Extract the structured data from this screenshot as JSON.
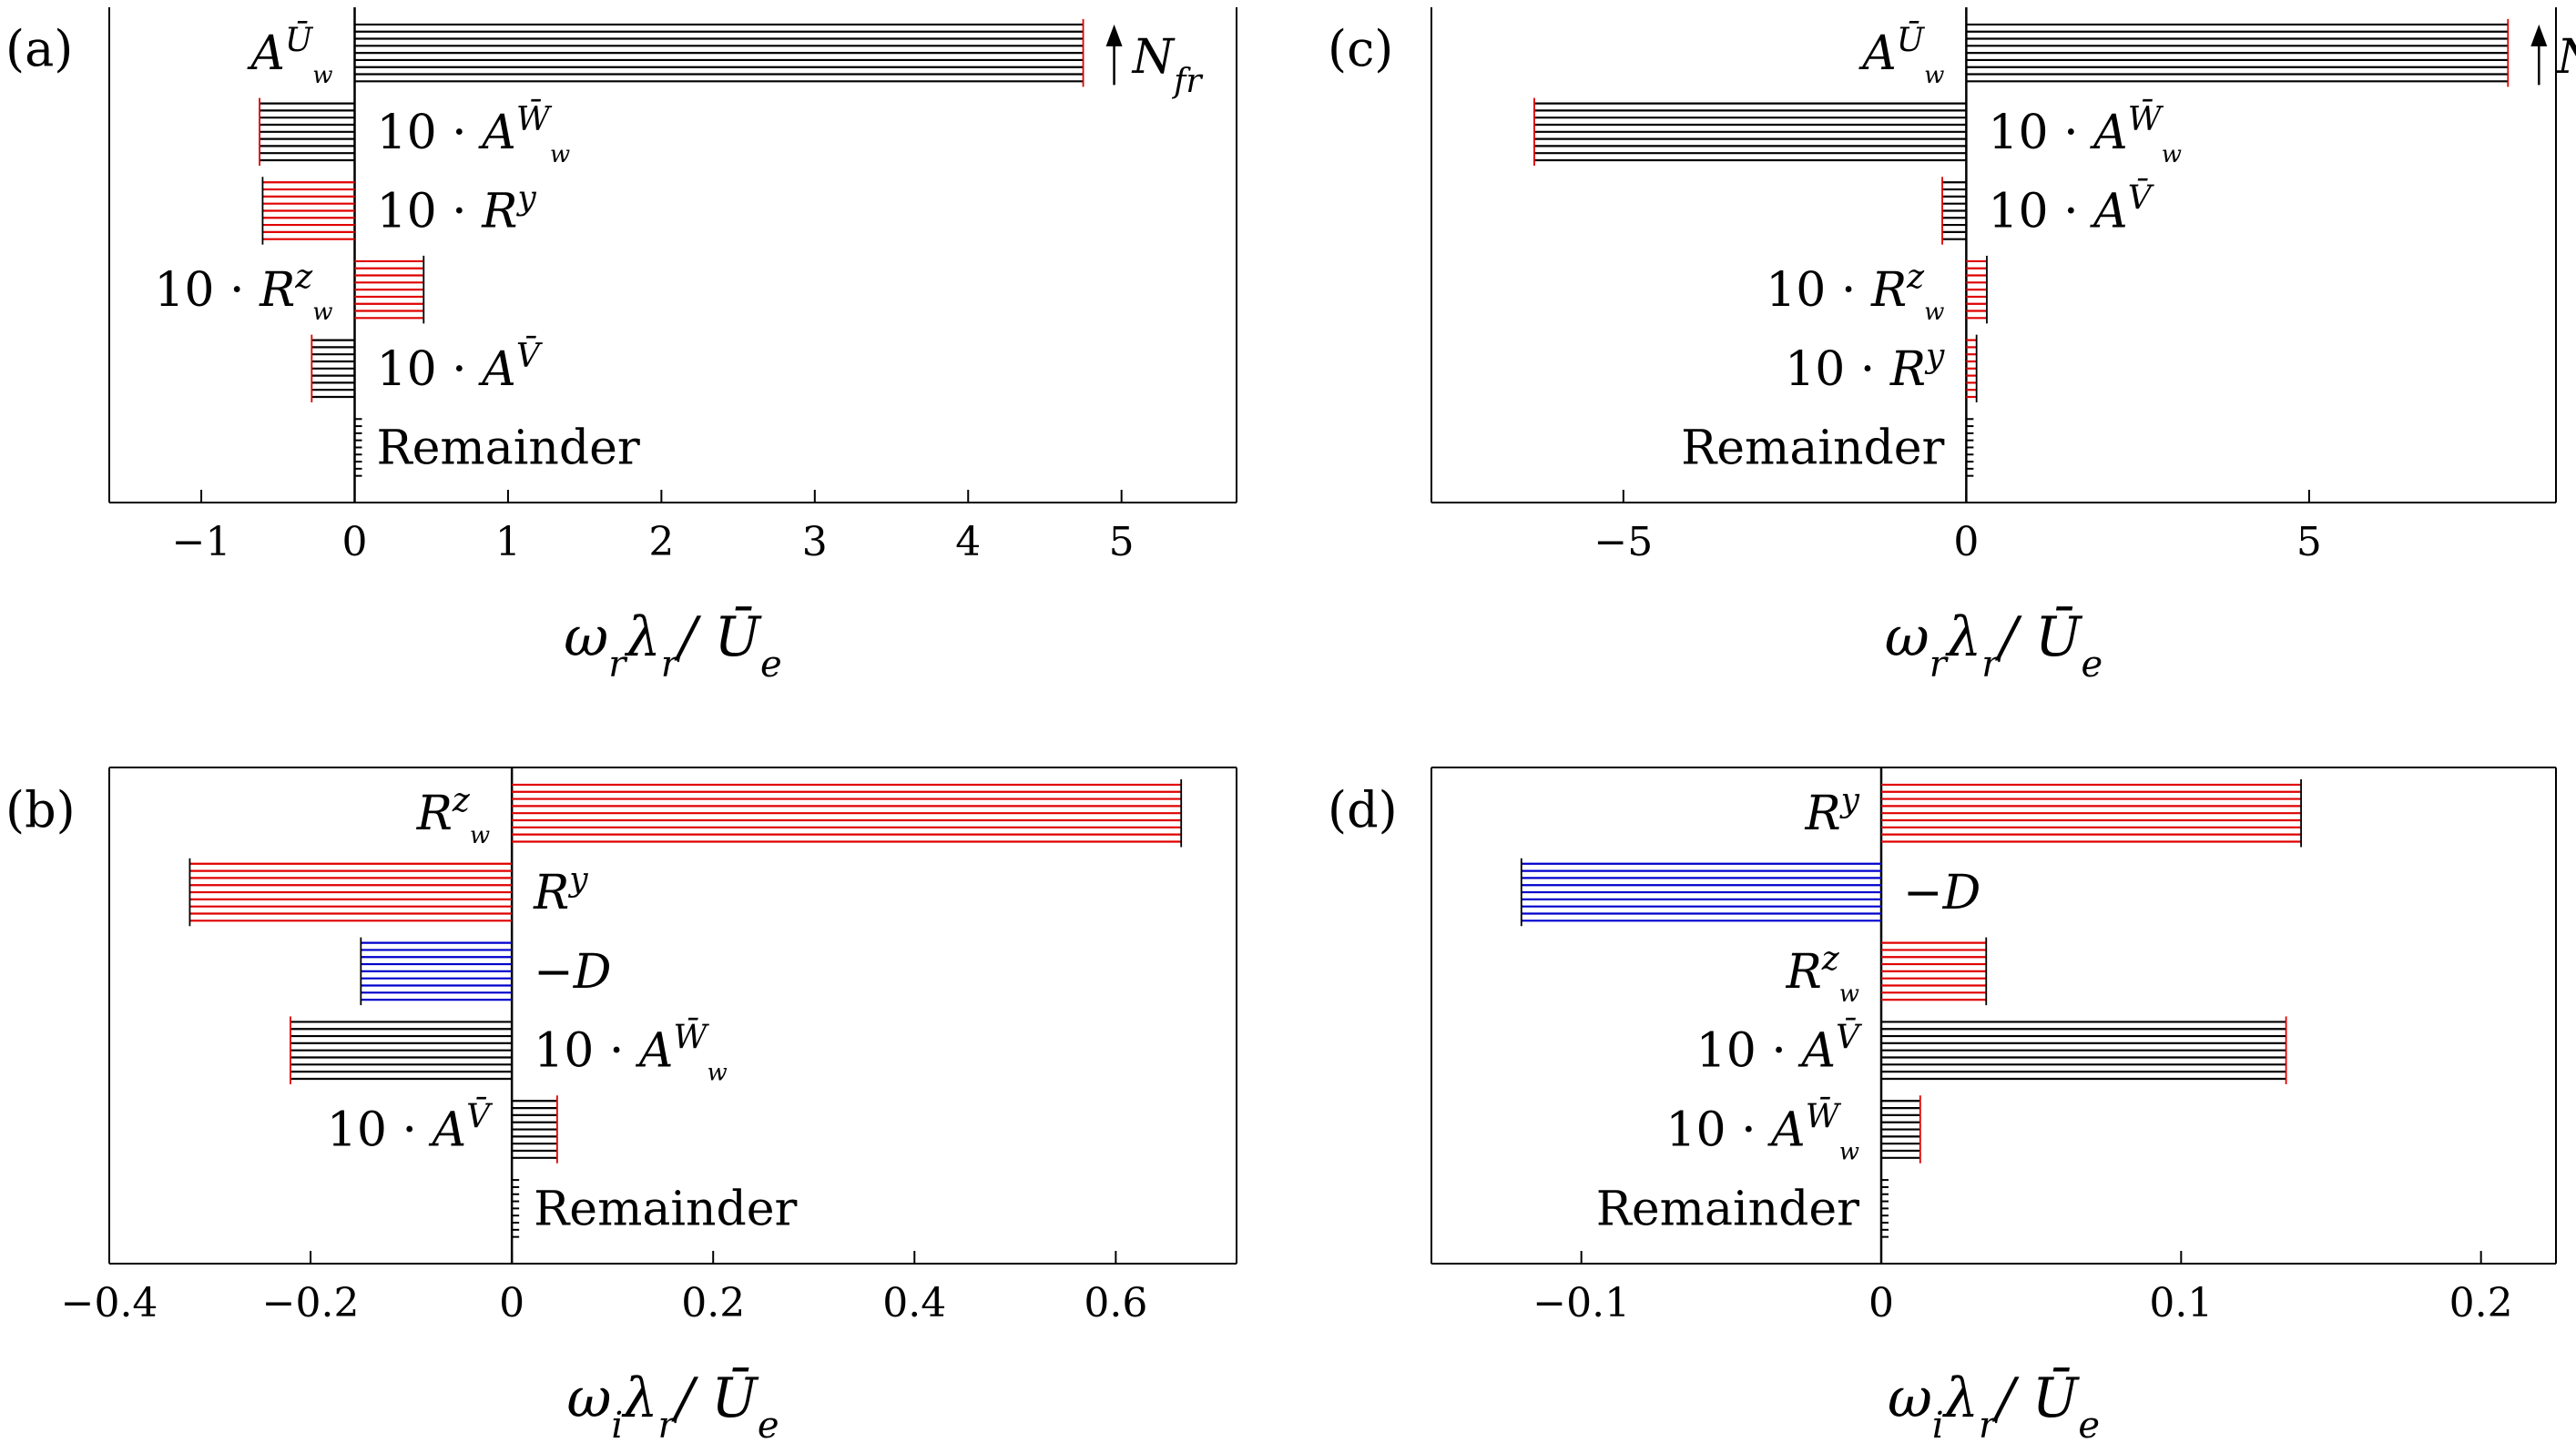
{
  "chart_data": [
    {
      "type": "bar",
      "orientation": "horizontal",
      "panel": "(a)",
      "xlabel": "ω_r λ_r / Ū_e",
      "xlim": [
        -1.6,
        5.75
      ],
      "xticks": [
        "−1",
        "0",
        "1",
        "2",
        "3",
        "4",
        "5"
      ],
      "xtick_values": [
        -1,
        0,
        1,
        2,
        3,
        4,
        5
      ],
      "marker_label": "N_fr",
      "bars": [
        {
          "label": "A^{Ū_w}",
          "color": "#000000",
          "value": 4.75,
          "label_side": "left"
        },
        {
          "label": "10 · A^{W̄_w}",
          "color": "#000000",
          "value": -0.62,
          "label_side": "right"
        },
        {
          "label": "10 · R^y",
          "color": "#e00000",
          "value": -0.6,
          "label_side": "right"
        },
        {
          "label": "10 · R^{z_w}",
          "color": "#e00000",
          "value": 0.45,
          "label_side": "left"
        },
        {
          "label": "10 · A^{V̄}",
          "color": "#000000",
          "value": -0.28,
          "label_side": "right"
        },
        {
          "label": "Remainder",
          "color": "#000000",
          "value": 0.0,
          "label_side": "right"
        }
      ]
    },
    {
      "type": "bar",
      "orientation": "horizontal",
      "panel": "(b)",
      "xlabel": "ω_i λ_r / Ū_e",
      "xlim": [
        -0.4,
        0.72
      ],
      "xticks": [
        "−0.4",
        "−0.2",
        "0",
        "0.2",
        "0.4",
        "0.6"
      ],
      "xtick_values": [
        -0.4,
        -0.2,
        0,
        0.2,
        0.4,
        0.6
      ],
      "bars": [
        {
          "label": "R^{z_w}",
          "color": "#e00000",
          "value": 0.665,
          "label_side": "left"
        },
        {
          "label": "R^y",
          "color": "#e00000",
          "value": -0.32,
          "label_side": "right"
        },
        {
          "label": "−D",
          "color": "#0000cc",
          "value": -0.15,
          "label_side": "right"
        },
        {
          "label": "10 · A^{W̄_w}",
          "color": "#000000",
          "value": -0.22,
          "label_side": "right"
        },
        {
          "label": "10 · A^{V̄}",
          "color": "#000000",
          "value": 0.045,
          "label_side": "left"
        },
        {
          "label": "Remainder",
          "color": "#000000",
          "value": 0.0,
          "label_side": "right"
        }
      ]
    },
    {
      "type": "bar",
      "orientation": "horizontal",
      "panel": "(c)",
      "xlabel": "ω_r λ_r / Ū_e",
      "xlim": [
        -7.8,
        8.6
      ],
      "xticks": [
        "−5",
        "0",
        "5"
      ],
      "xtick_values": [
        -5,
        0,
        5
      ],
      "marker_label": "N_fr",
      "bars": [
        {
          "label": "A^{Ū_w}",
          "color": "#000000",
          "value": 7.9,
          "label_side": "left"
        },
        {
          "label": "10 · A^{W̄_w}",
          "color": "#000000",
          "value": -6.3,
          "label_side": "right"
        },
        {
          "label": "10 · A^{V̄}",
          "color": "#000000",
          "value": -0.35,
          "label_side": "right"
        },
        {
          "label": "10 · R^{z_w}",
          "color": "#e00000",
          "value": 0.3,
          "label_side": "left"
        },
        {
          "label": "10 · R^y",
          "color": "#e00000",
          "value": 0.15,
          "label_side": "left"
        },
        {
          "label": "Remainder",
          "color": "#000000",
          "value": 0.0,
          "label_side": "left"
        }
      ]
    },
    {
      "type": "bar",
      "orientation": "horizontal",
      "panel": "(d)",
      "xlabel": "ω_i λ_r / Ū_e",
      "xlim": [
        -0.15,
        0.225
      ],
      "xticks": [
        "−0.1",
        "0",
        "0.1",
        "0.2"
      ],
      "xtick_values": [
        -0.1,
        0,
        0.1,
        0.2
      ],
      "bars": [
        {
          "label": "R^y",
          "color": "#e00000",
          "value": 0.14,
          "label_side": "left"
        },
        {
          "label": "−D",
          "color": "#0000cc",
          "value": -0.12,
          "label_side": "right"
        },
        {
          "label": "R^{z_w}",
          "color": "#e00000",
          "value": 0.035,
          "label_side": "left"
        },
        {
          "label": "10 · A^{V̄}",
          "color": "#000000",
          "value": 0.135,
          "label_side": "left"
        },
        {
          "label": "10 · A^{W̄_w}",
          "color": "#000000",
          "value": 0.013,
          "label_side": "left"
        },
        {
          "label": "Remainder",
          "color": "#000000",
          "value": 0.0,
          "label_side": "left"
        }
      ]
    }
  ]
}
